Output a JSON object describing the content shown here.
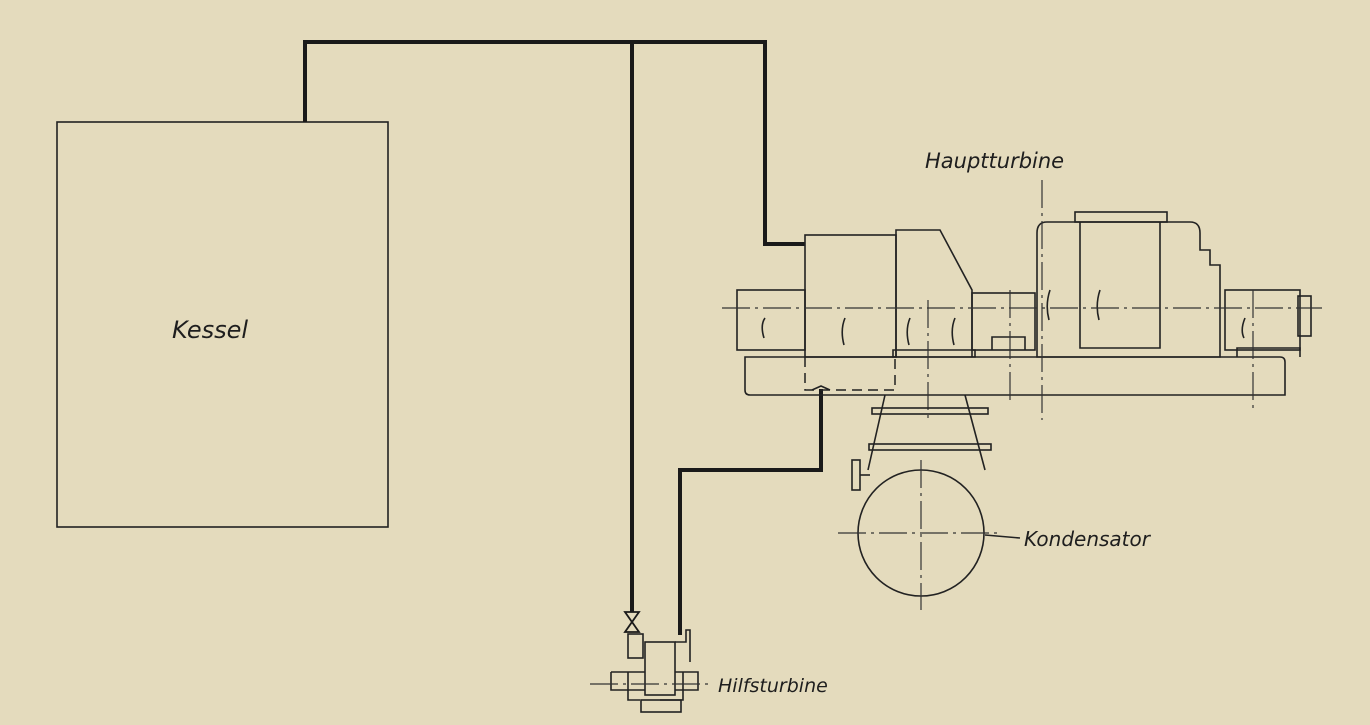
{
  "diagram": {
    "labels": {
      "boiler": "Kessel",
      "main_turbine": "Hauptturbine",
      "condenser": "Kondensator",
      "aux_turbine": "Hilfsturbine"
    },
    "colors": {
      "paper": "#e4dbbd",
      "ink": "#1a1a1a"
    }
  }
}
